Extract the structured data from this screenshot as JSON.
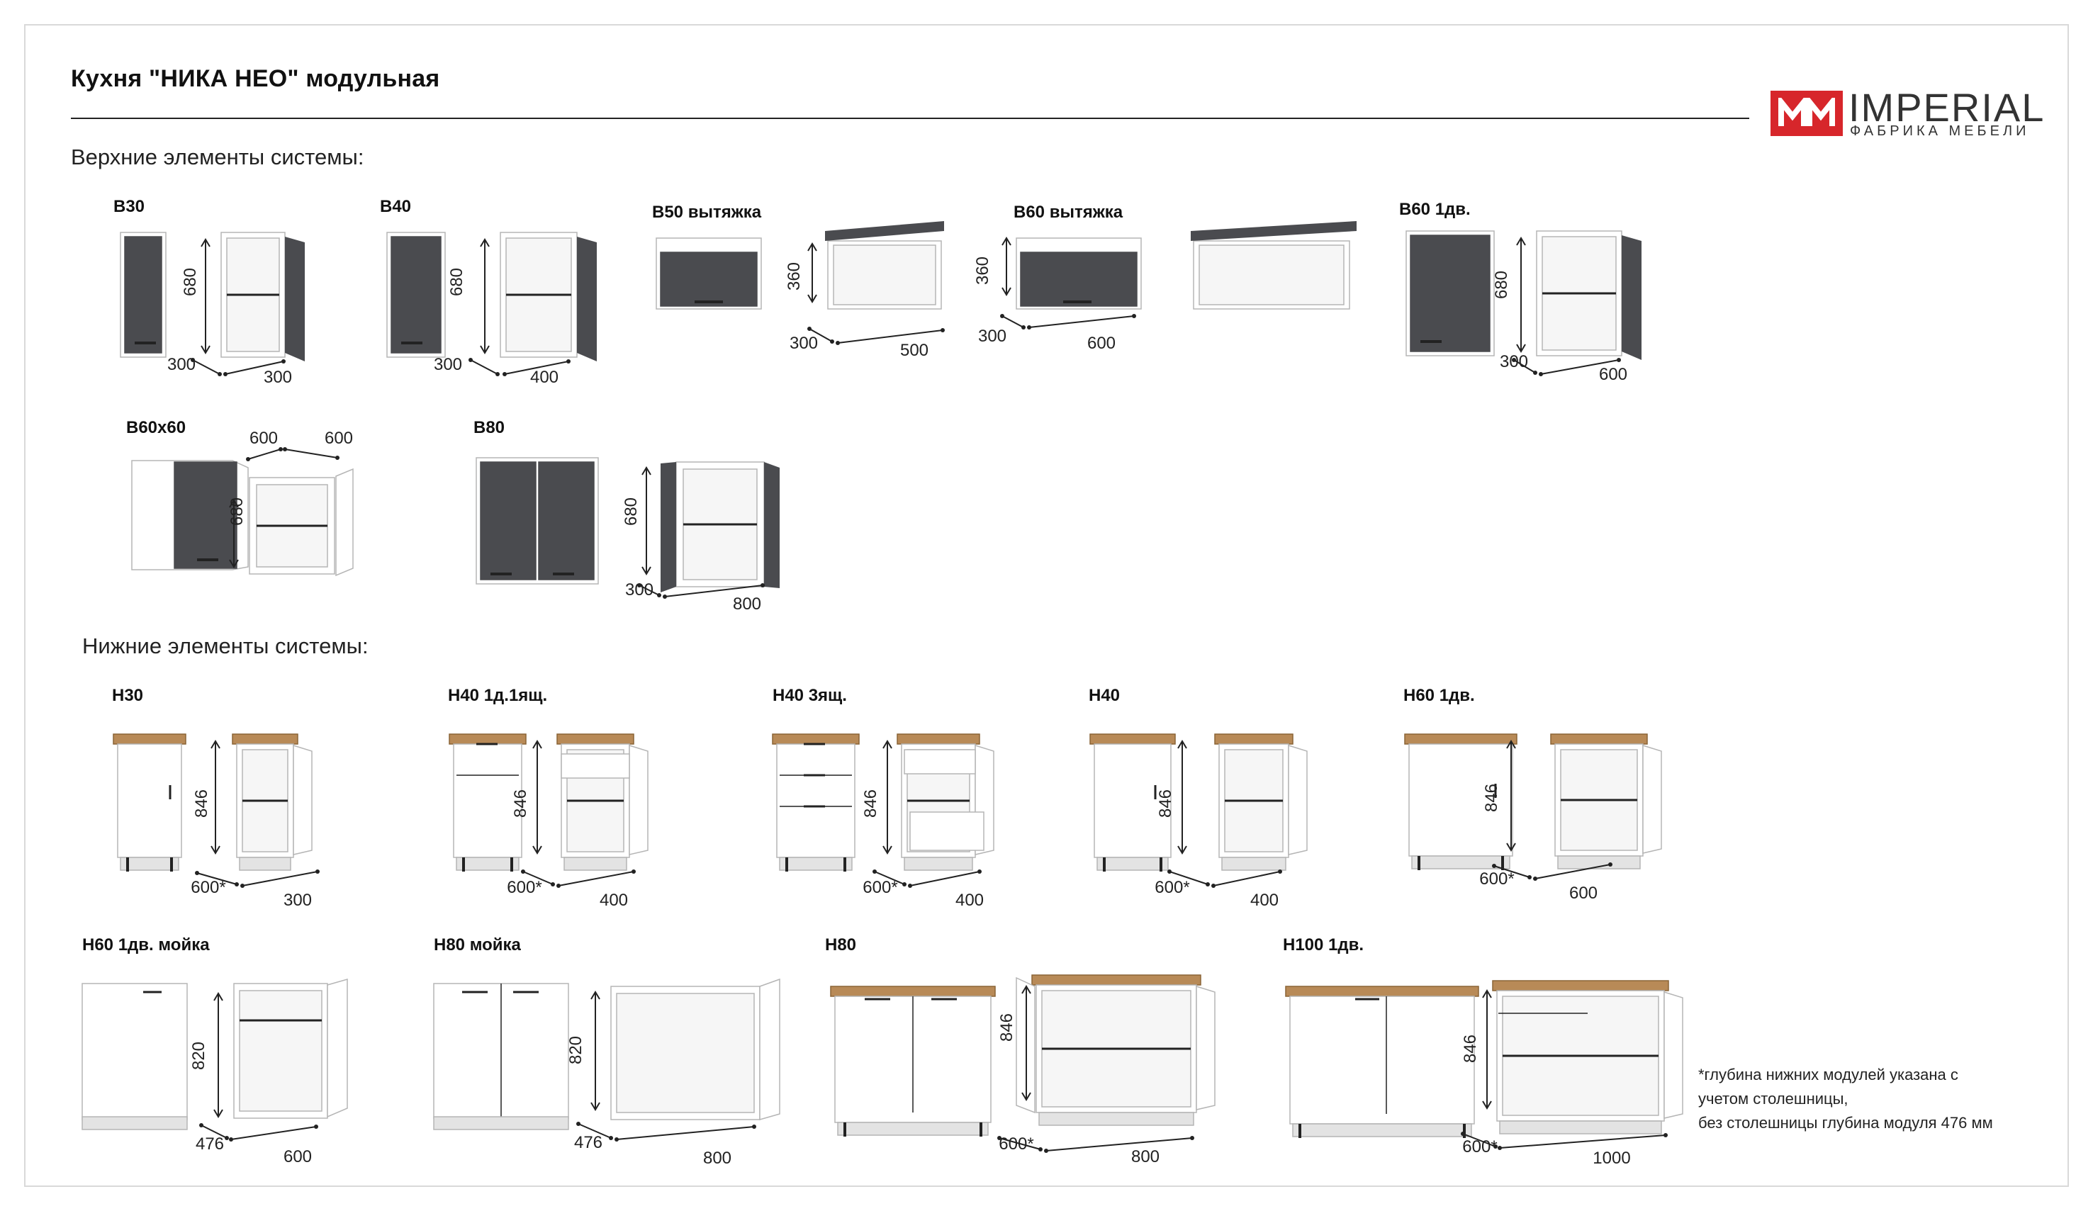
{
  "header": {
    "title": "Кухня \"НИКА НЕО\" модульная",
    "logo_name": "IMPERIAL",
    "logo_sub": "ФАБРИКА МЕБЕЛИ",
    "accent": "#d7262b"
  },
  "sections": {
    "upper": "Верхние элементы системы:",
    "lower": "Нижние элементы системы:"
  },
  "colors": {
    "door_dark": "#4a4b4f",
    "carcass": "#ffffff",
    "outline": "#b5b5b5",
    "countertop": "#b88a57",
    "plinth": "#e3e3e3"
  },
  "upper": [
    {
      "label": "В30",
      "h": "680",
      "d": "300",
      "w": "300"
    },
    {
      "label": "В40",
      "h": "680",
      "d": "300",
      "w": "400"
    },
    {
      "label": "В50 вытяжка",
      "h": "360",
      "d": "300",
      "w": "500"
    },
    {
      "label": "В60 вытяжка",
      "h": "360",
      "d": "300",
      "w": "600"
    },
    {
      "label": "В60 1дв.",
      "h": "680",
      "d": "300",
      "w": "600"
    },
    {
      "label": "В60х60",
      "h": "680",
      "d": "600",
      "w": "600"
    },
    {
      "label": "В80",
      "h": "680",
      "d": "300",
      "w": "800"
    }
  ],
  "lower": [
    {
      "label": "Н30",
      "h": "846",
      "d": "600*",
      "w": "300"
    },
    {
      "label": "Н40 1д.1ящ.",
      "h": "846",
      "d": "600*",
      "w": "400"
    },
    {
      "label": "Н40 3ящ.",
      "h": "846",
      "d": "600*",
      "w": "400"
    },
    {
      "label": "Н40",
      "h": "846",
      "d": "600*",
      "w": "400"
    },
    {
      "label": "Н60 1дв.",
      "h": "846",
      "d": "600*",
      "w": "600"
    },
    {
      "label": "Н60 1дв. мойка",
      "h": "820",
      "d": "476",
      "w": "600"
    },
    {
      "label": "Н80 мойка",
      "h": "820",
      "d": "476",
      "w": "800"
    },
    {
      "label": "Н80",
      "h": "846",
      "d": "600*",
      "w": "800"
    },
    {
      "label": "Н100 1дв.",
      "h": "846",
      "d": "600*",
      "w": "1000"
    }
  ],
  "note": {
    "line1": "*глубина нижних модулей указана с",
    "line2": "учетом столешницы,",
    "line3": "без столешницы глубина модуля 476 мм"
  }
}
